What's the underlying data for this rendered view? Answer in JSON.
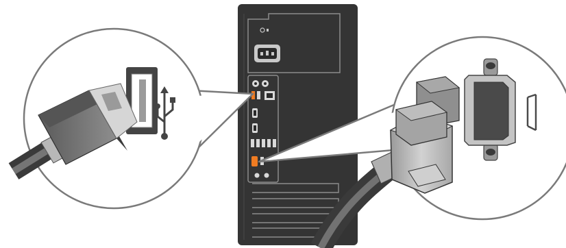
{
  "diagram": {
    "kind": "hardware-connection-illustration",
    "components": {
      "tower": "computer-tower-rear-panel",
      "left_callout": "usb-connector-callout",
      "right_callout": "vga-connector-callout"
    },
    "icons": {
      "power_socket": "power-socket-icon",
      "usb_symbol": "usb-symbol-icon",
      "monitor_symbol": "monitor-symbol-icon",
      "network_port": "network-port-icon"
    },
    "colors": {
      "tower_body": "#333333",
      "tower_panel_line": "#9a9a9a",
      "callout_outline": "#7a7a7a",
      "callout_fill": "#ffffff",
      "highlight_port": "#f07c22",
      "cable": "#4a4a4a",
      "cable_highlight": "#9a9a9a",
      "connector_dark": "#4d4d4d",
      "connector_light": "#c8c8c8",
      "vga_gray": "#bdbdbd"
    }
  }
}
